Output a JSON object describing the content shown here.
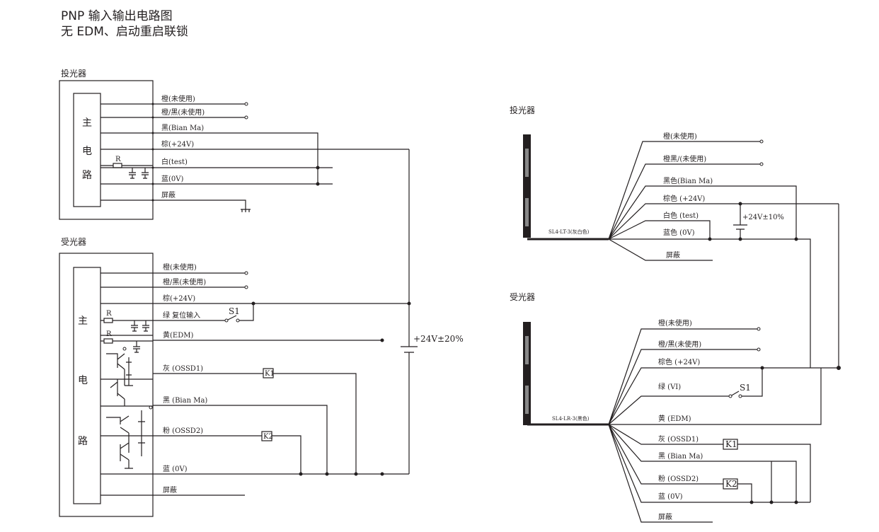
{
  "title": {
    "line1": "PNP 输入输出电路图",
    "line2": "无 EDM、启动重启联锁"
  },
  "left": {
    "emitter": {
      "heading": "投光器",
      "block": [
        "主",
        "电",
        "路"
      ],
      "r": "R",
      "wires": [
        "橙(未使用)",
        "橙/黑(未使用)",
        "黑(Bian  Ma)",
        "棕(+24V)",
        "白(test)",
        "蓝(0V)",
        "屏蔽"
      ]
    },
    "receiver": {
      "heading": "受光器",
      "block": [
        "主",
        "电",
        "路"
      ],
      "r1": "R",
      "r2": "R",
      "wires": [
        "橙(未使用)",
        "橙/黑(未使用)",
        "棕(+24V)",
        "绿  复位输入",
        "黄(EDM)",
        "灰 (OSSD1)",
        "黑  (Bian  Ma)",
        "粉  (OSSD2)",
        "蓝  (0V)",
        "屏蔽"
      ],
      "s1": "S1",
      "k1": "K1",
      "k2": "K2"
    },
    "supply": "+24V±20%"
  },
  "right": {
    "emitter": {
      "heading": "投光器",
      "cable": "SL4-LT-3(灰白色)",
      "wires": [
        "橙(未使用)",
        "橙黑/(未使用)",
        "黑色(Bian  Ma)",
        "棕色  (+24V)",
        "白色  (test)",
        "蓝色  (0V)",
        "屏蔽"
      ],
      "supply": "+24V±10%"
    },
    "receiver": {
      "heading": "受光器",
      "cable": "SL4-LR-3(黑色)",
      "wires": [
        "橙(未使用)",
        "橙/黑(未使用)",
        "棕色  (+24V)",
        "绿  (VI)",
        "黄  (EDM)",
        "灰  (OSSD1)",
        "黑  (Bian  Ma)",
        "粉  (OSSD2)",
        "蓝  (0V)",
        "屏蔽"
      ],
      "s1": "S1",
      "k1": "K1",
      "k2": "K2"
    }
  }
}
